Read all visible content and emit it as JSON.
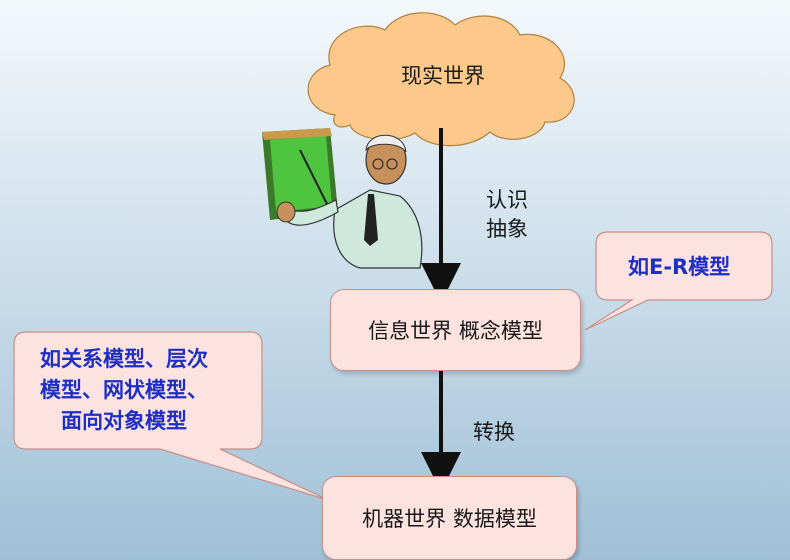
{
  "nodes": {
    "real_world": "现实世界",
    "info_world": "信息世界 概念模型",
    "machine_world": "机器世界 数据模型"
  },
  "arrows": {
    "step1_line1": "认识",
    "step1_line2": "抽象",
    "step2": "转换"
  },
  "callouts": {
    "er": "如E-R模型",
    "db_line1": "如关系模型、层次",
    "db_line2": "模型、网状模型、",
    "db_line3": "面向对象模型"
  },
  "colors": {
    "cloud": "#fcc98a",
    "box": "#fde3df",
    "callout_text": "#1f2fc4",
    "board": "#4fc43f"
  }
}
